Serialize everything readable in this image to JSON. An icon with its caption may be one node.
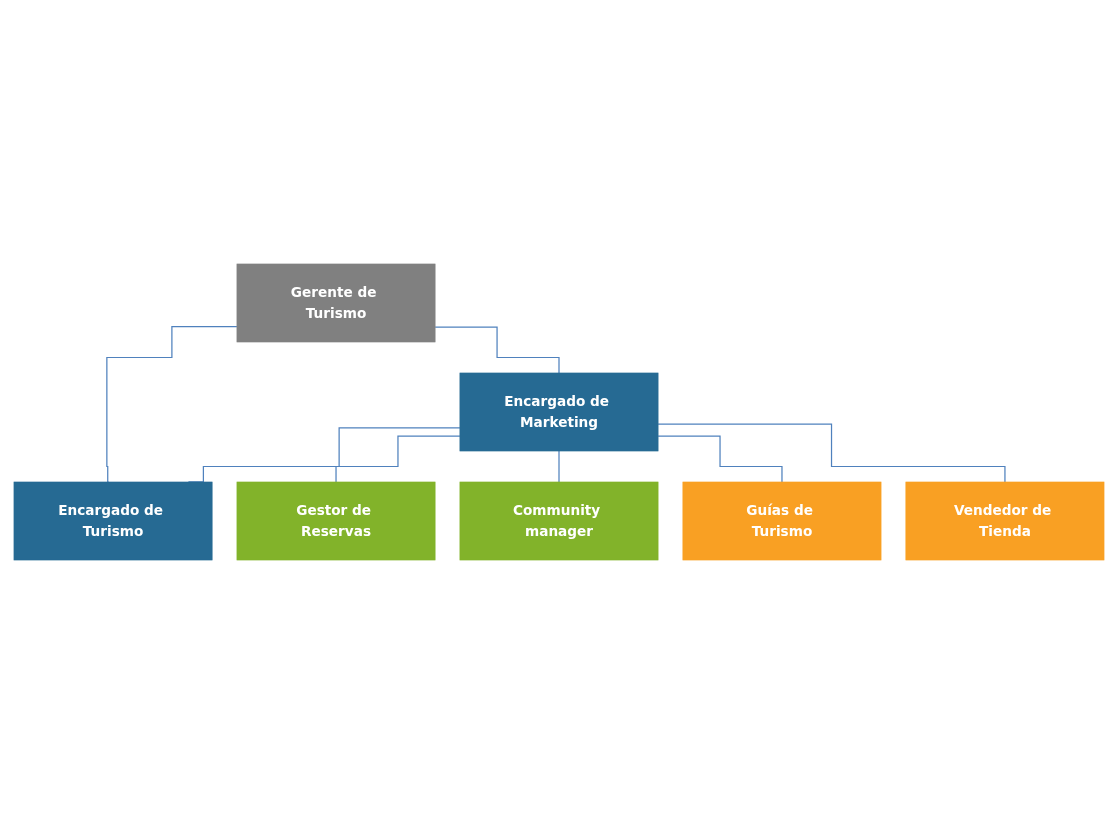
{
  "diagram": {
    "nodes": [
      {
        "text": [
          "Gerente de Turismo"
        ]
      },
      {
        "text": [
          "Encargado de Marketing"
        ]
      },
      {
        "text": [
          "Encargado de Turismo"
        ]
      },
      {
        "text": [
          "Gestor de Reservas"
        ]
      },
      {
        "text": [
          "Community manager"
        ]
      },
      {
        "text": [
          "Guías de Turismo"
        ]
      },
      {
        "text": [
          "Vendedor de Tienda"
        ]
      }
    ],
    "edges": [
      {
        "from": 0,
        "to": 1,
        "arrow": "none"
      },
      {
        "from": 0,
        "to": 2,
        "arrow": "none"
      },
      {
        "from": 1,
        "to": 2,
        "arrow": "none"
      },
      {
        "from": 1,
        "to": 3,
        "arrow": "none"
      },
      {
        "from": 1,
        "to": 4,
        "arrow": "none"
      },
      {
        "from": 1,
        "to": 5,
        "arrow": "none"
      },
      {
        "from": 1,
        "to": 6,
        "arrow": "none"
      }
    ]
  }
}
